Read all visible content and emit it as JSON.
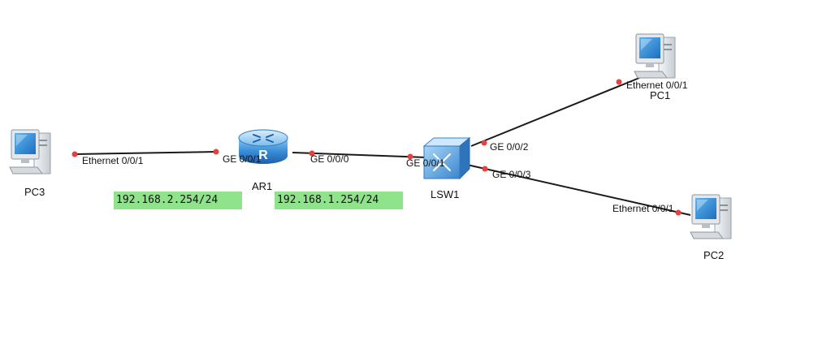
{
  "devices": {
    "pc3": {
      "name": "PC3",
      "icon": "pc-icon"
    },
    "ar1": {
      "name": "AR1",
      "icon": "router-icon"
    },
    "lsw1": {
      "name": "LSW1",
      "icon": "switch-icon"
    },
    "pc1": {
      "name": "PC1",
      "icon": "pc-icon"
    },
    "pc2": {
      "name": "PC2",
      "icon": "pc-icon"
    }
  },
  "ports": {
    "pc3_eth": "Ethernet 0/0/1",
    "ar1_g1": "GE 0/0/1",
    "ar1_g0": "GE 0/0/0",
    "lsw1_g1": "GE 0/0/1",
    "lsw1_g2": "GE 0/0/2",
    "lsw1_g3": "GE 0/0/3",
    "pc1_eth": "Ethernet 0/0/1",
    "pc2_eth": "Ethernet 0/0/1"
  },
  "ip_labels": {
    "left": "192.168.2.254/24",
    "right": "192.168.1.254/24"
  },
  "colors": {
    "link": "#1a1a1a",
    "port_dot": "#e8403f",
    "ip_badge_bg": "#8fe38a",
    "device_blue": "#3a8fd8"
  }
}
